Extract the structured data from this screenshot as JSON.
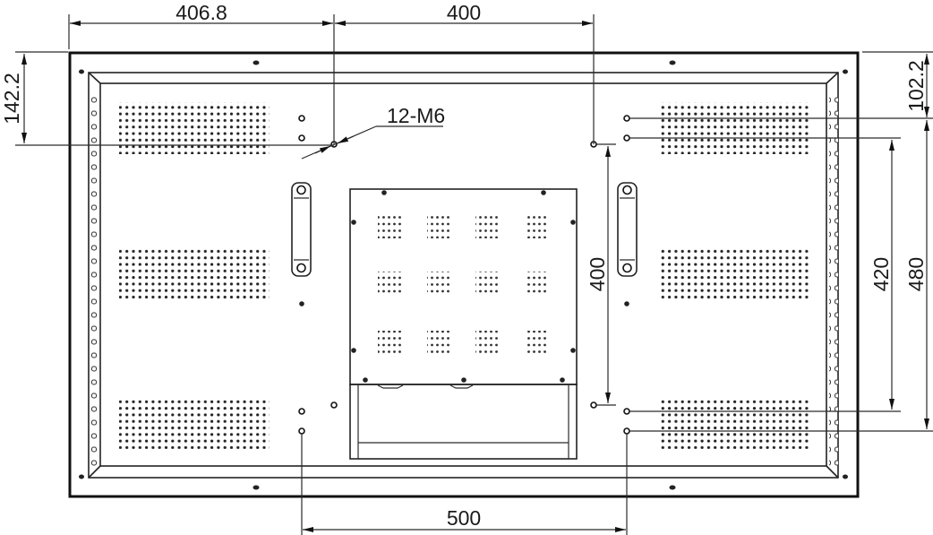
{
  "title": "Rear view mounting dimensions drawing",
  "colors": {
    "line": "#1a1a1a",
    "background": "#ffffff"
  },
  "dimensions": {
    "left_offset": {
      "label": "406.8",
      "orientation": "horizontal"
    },
    "top_spacing": {
      "label": "400",
      "orientation": "horizontal"
    },
    "bottom_spacing": {
      "label": "500",
      "orientation": "horizontal"
    },
    "left_top_offset": {
      "label": "142.2",
      "orientation": "vertical"
    },
    "right_top_offset": {
      "label": "102.2",
      "orientation": "vertical"
    },
    "inner_vertical": {
      "label": "400",
      "orientation": "vertical"
    },
    "right_vertical_420": {
      "label": "420",
      "orientation": "vertical"
    },
    "right_vertical_480": {
      "label": "480",
      "orientation": "vertical"
    }
  },
  "callouts": {
    "mount_holes": {
      "label": "12-M6"
    }
  },
  "components": {
    "panel": "display-back-panel",
    "vent_grids": [
      "top-left",
      "middle-left",
      "bottom-left",
      "top-right",
      "middle-right",
      "bottom-right"
    ],
    "center_box": "electronics-cover",
    "handles": [
      "left-handle",
      "right-handle"
    ]
  }
}
